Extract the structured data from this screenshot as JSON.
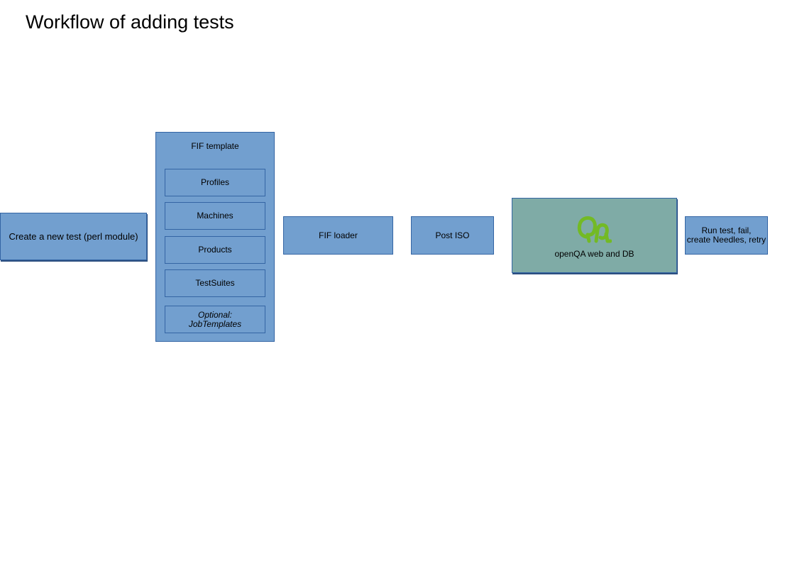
{
  "title": "Workflow of adding tests",
  "nodes": {
    "create_test": "Create a new test (perl module)",
    "fif_template": {
      "label": "FIF template",
      "items": [
        "Profiles",
        "Machines",
        "Products",
        "TestSuites"
      ],
      "optional": "Optional:\nJobTemplates"
    },
    "fif_loader": "FIF loader",
    "post_iso": "Post ISO",
    "openqa": {
      "label": "openQA web and DB",
      "logo": "openqa-logo-icon",
      "logo_color": "#73ba25"
    },
    "run_test": "Run test, fail,\ncreate Needles, retry"
  },
  "colors": {
    "box_fill": "#729fcf",
    "box_border": "#3465a4",
    "openqa_fill": "#7faba6"
  }
}
